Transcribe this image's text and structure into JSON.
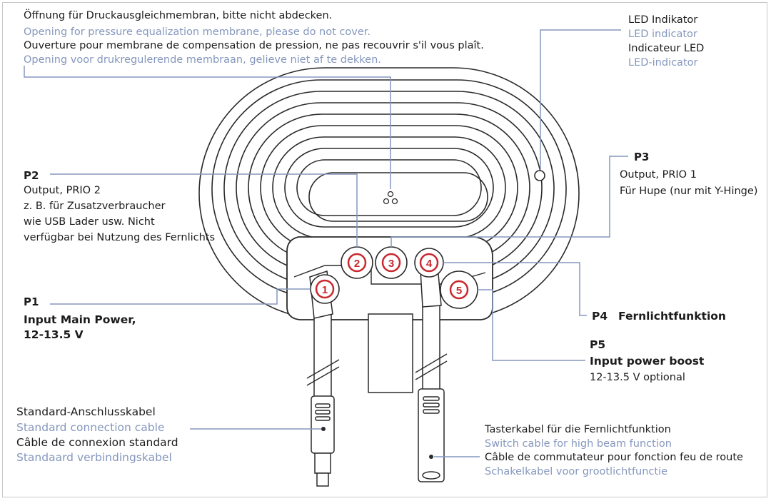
{
  "pressure_note": {
    "de": "Öffnung für Druckausgleichmembran, bitte nicht abdecken.",
    "en": "Opening for pressure equalization membrane, please do not cover.",
    "fr": "Ouverture pour membrane de compensation de pression, ne pas recouvrir s'il vous plaît.",
    "nl": "Opening voor drukregulerende membraan, gelieve niet af te dekken."
  },
  "led": {
    "de": "LED Indikator",
    "en": "LED indicator",
    "fr": "Indicateur LED",
    "nl": "LED-indicator"
  },
  "p2": {
    "id": "P2",
    "line1": "Output, PRIO 2",
    "line2": "z. B. für Zusatzverbraucher",
    "line3": "wie USB Lader usw. Nicht",
    "line4": "verfügbar bei Nutzung des Fernlichts"
  },
  "p3": {
    "id": "P3",
    "line1": "Output, PRIO 1",
    "line2": "Für Hupe (nur mit Y-Hinge)"
  },
  "p1": {
    "id": "P1",
    "line1": "Input Main Power,",
    "line2": "12-13.5 V"
  },
  "p4": {
    "id": "P4",
    "label": "Fernlichtfunktion"
  },
  "p5": {
    "id": "P5",
    "line1": "Input power boost",
    "line2": "12-13.5 V optional"
  },
  "std_cable": {
    "de": "Standard-Anschlusskabel",
    "en": "Standard connection cable",
    "fr": "Câble de connexion standard",
    "nl": "Standaard verbindingskabel"
  },
  "switch_cable": {
    "de": "Tasterkabel für die Fernlichtfunktion",
    "en": "Switch cable for high beam function",
    "fr": "Câble de commutateur pour fonction feu de route",
    "nl": "Schakelkabel voor grootlichtfunctie"
  },
  "ports": [
    "1",
    "2",
    "3",
    "4",
    "5"
  ],
  "colors": {
    "text": "#1c1c1c",
    "translation": "#8597bd",
    "port": "#c8282d",
    "callout": "#8597bd",
    "outline": "#2a2a2a"
  }
}
